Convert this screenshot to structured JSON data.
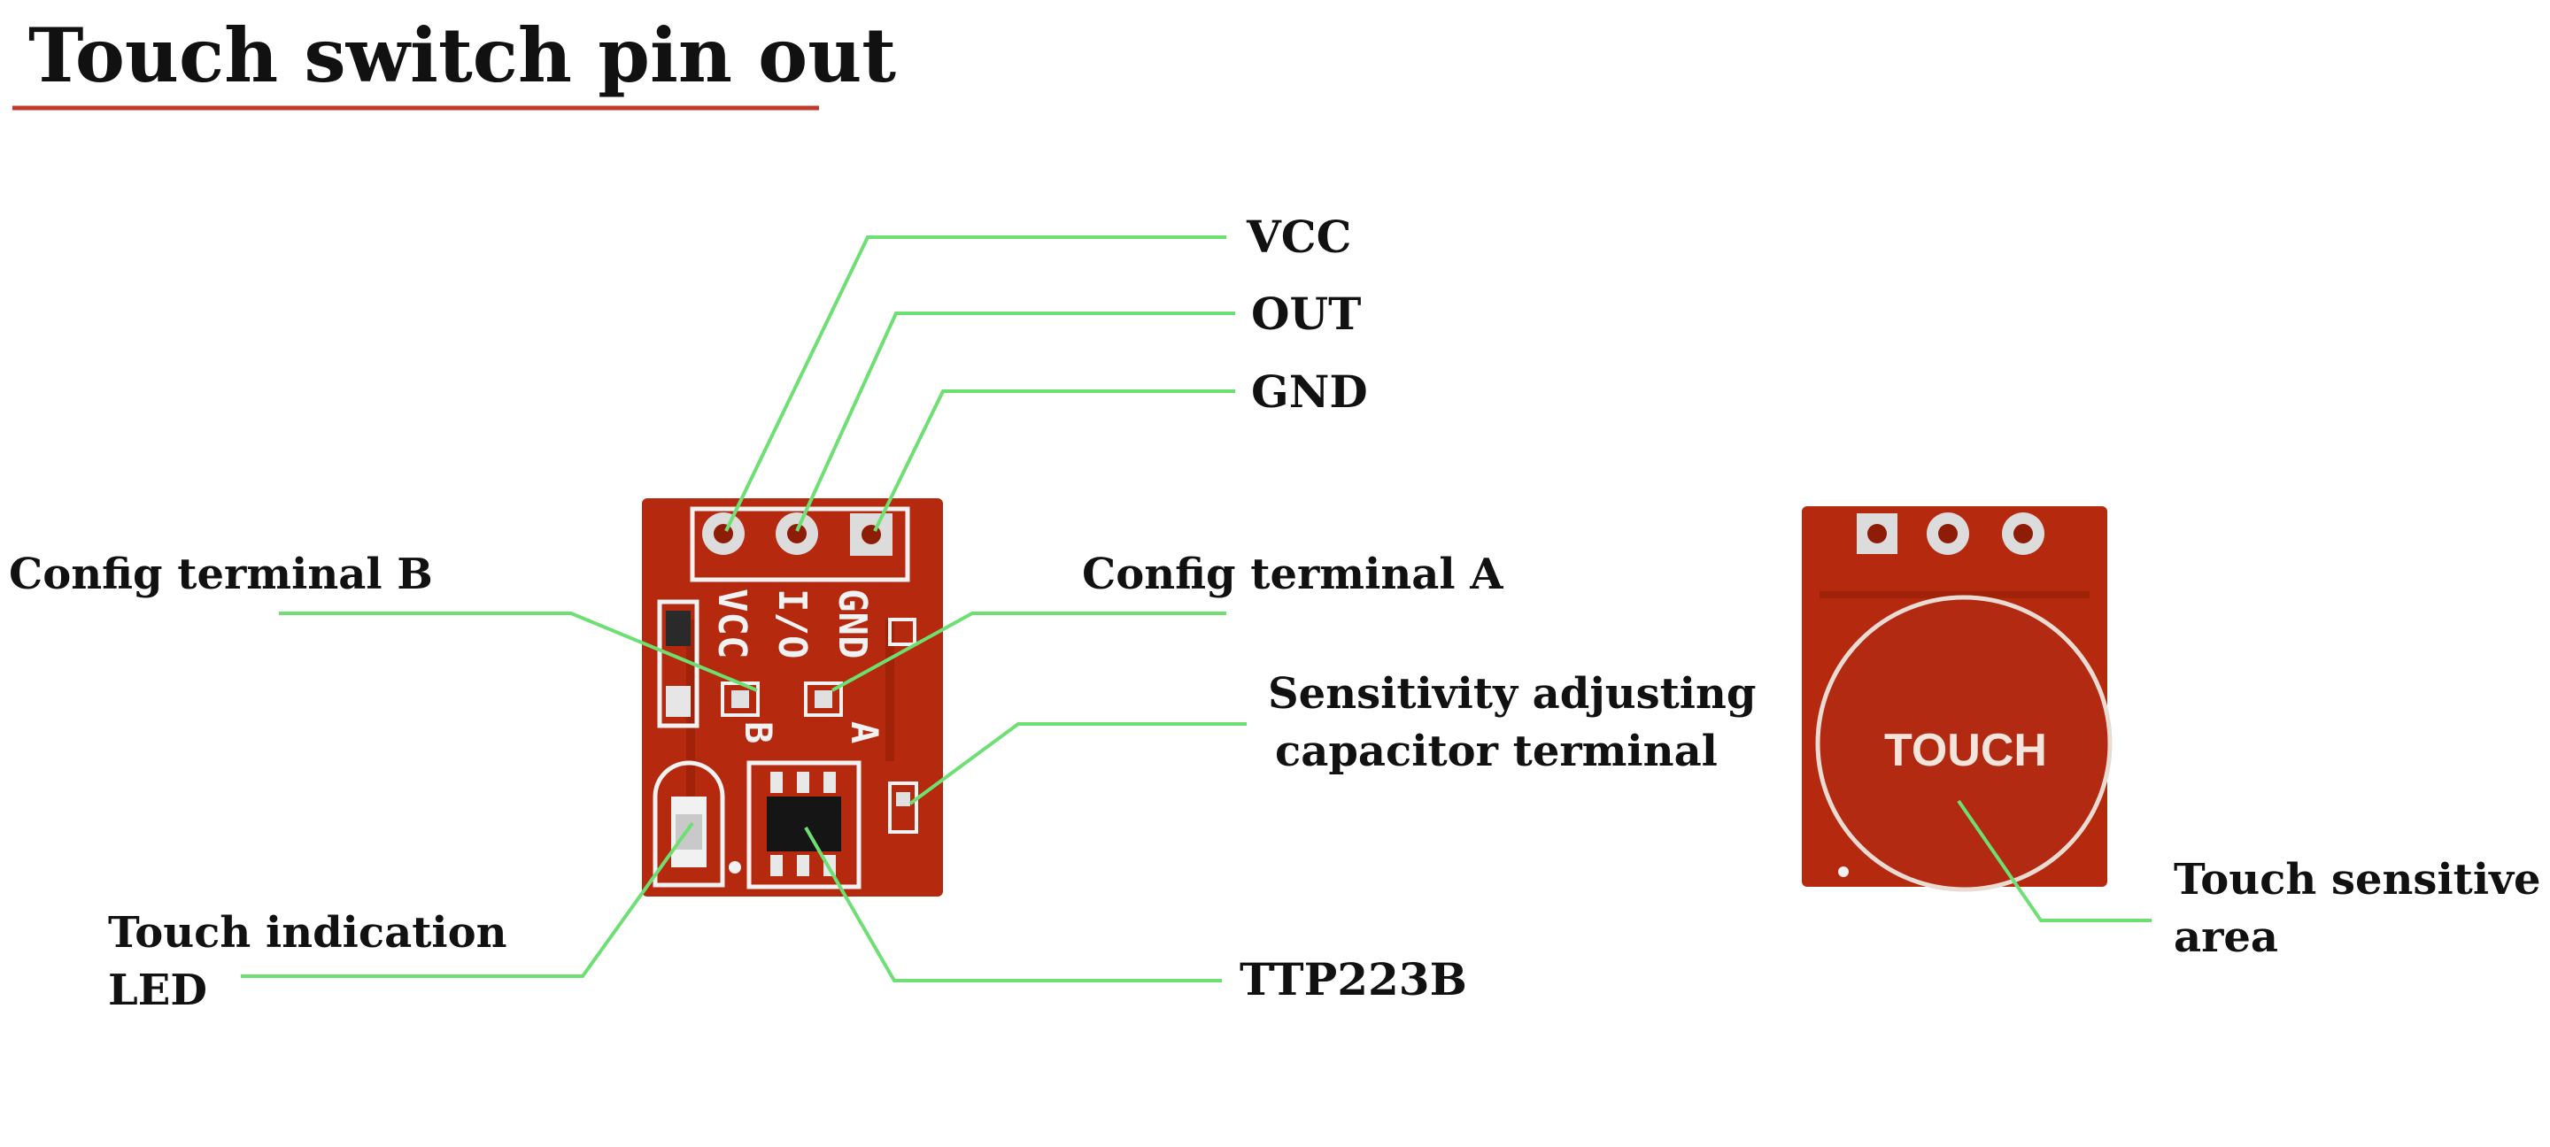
{
  "title": "Touch switch pin out",
  "colors": {
    "leader": "#6ddf73",
    "pcb": "#b5290f",
    "pcb_dark": "#8e1d08",
    "silkscreen": "#f2f2f2",
    "title_underline": "#c0392b"
  },
  "labels": {
    "vcc": "VCC",
    "out": "OUT",
    "gnd": "GND",
    "config_b": "Config terminal B",
    "config_a": "Config terminal A",
    "sensitivity_line1": "Sensitivity adjusting",
    "sensitivity_line2": "capacitor terminal",
    "led_line1": "Touch indication",
    "led_line2": "LED",
    "ttp": "TTP223B",
    "touch_area_line1": "Touch sensitive",
    "touch_area_line2": "area"
  },
  "board_front": {
    "silk_gnd": "GND",
    "silk_io": "I/O",
    "silk_vcc": "VCC",
    "silk_a": "A",
    "silk_b": "B"
  },
  "board_back": {
    "pad_text": "TOUCH"
  }
}
